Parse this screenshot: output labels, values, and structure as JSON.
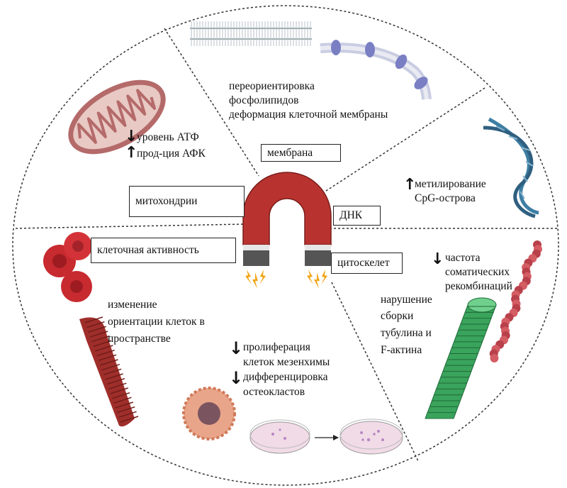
{
  "sections": {
    "membrane": {
      "label": "мембрана",
      "lines": [
        "переориентировка",
        "фосфолипидов",
        "деформация клеточной мембраны"
      ]
    },
    "mitochondria": {
      "label": "митохондрии",
      "effects": [
        {
          "direction": "down",
          "text": "уровень АТФ"
        },
        {
          "direction": "up",
          "text": "прод-ция АФК"
        }
      ]
    },
    "dna": {
      "label": "ДНК",
      "effect": {
        "direction": "up",
        "lines": [
          "метилирование",
          "CpG-острова"
        ]
      }
    },
    "cytoskeleton": {
      "label": "цитоскелет",
      "effect": {
        "direction": "down",
        "lines": [
          "частота",
          "соматических",
          "рекомбинаций"
        ]
      },
      "lines": [
        "нарушение",
        "сборки",
        "тубулина и",
        "F-актина"
      ]
    },
    "cell_activity": {
      "label": "клеточная активность",
      "lines": [
        "изменение",
        "ориентации клеток в",
        "пространстве"
      ],
      "effects": [
        {
          "direction": "down",
          "lines": [
            "пролиферация",
            "клеток мезенхимы"
          ]
        },
        {
          "direction": "down",
          "lines": [
            "дифференцировка",
            "остеокластов"
          ]
        }
      ]
    }
  },
  "icons": [
    "phospholipid-bilayer-icon",
    "mitochondrion-icon",
    "dna-helix-icon",
    "magnet-icon",
    "red-blood-cells-icon",
    "muscle-fiber-icon",
    "microtubule-icon",
    "actin-filament-icon",
    "osteoclast-cell-icon",
    "petri-dish-icon"
  ],
  "colors": {
    "magnet": "#b8332f",
    "mito": "#b56a6a",
    "dna": "#3d7fa4",
    "microtubule": "#3aa35c",
    "actin": "#c8505a",
    "rbc": "#c72a2f",
    "membrane": "#7a7fc4"
  }
}
